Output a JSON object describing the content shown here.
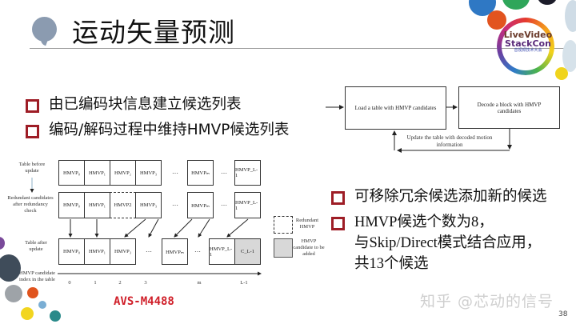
{
  "slide": {
    "title": "运动矢量预测",
    "page_number": "38",
    "reference": "AVS-M4488",
    "watermark": "知乎 @芯动的信号",
    "logo": {
      "line1": "LiveVideo",
      "line2": "StackCon",
      "line3": "音视频技术大会"
    },
    "accent_color": "#9e1d26",
    "title_dot_color": "#8b9bb0"
  },
  "bullets_left": [
    {
      "text": "由已编码块信息建立候选列表"
    },
    {
      "text": "编码/解码过程中维持HMVP候选列表"
    }
  ],
  "bullets_right": [
    {
      "text": "可移除冗余候选添加新的候选"
    },
    {
      "line1": "HMVP候选个数为8，",
      "line2": "与Skip/Direct模式结合应用，",
      "line3": "共13个候选"
    }
  ],
  "flow_diagram": {
    "box_load": "Load a table with HMVP candidates",
    "box_decode": "Decode a block with HMVP candidates",
    "feedback_label": "Update the table with decoded motion information"
  },
  "table_diagram": {
    "row_labels": {
      "before": "Table before update",
      "redundant": "Redundant candidates after redundancy check",
      "after": "Table after update",
      "index": "HMVP candidate index in the table"
    },
    "row_before": [
      "HMVP₀",
      "HMVP₁",
      "HMVP₂",
      "HMVP₃",
      "…",
      "HMVPₘ",
      "…",
      "HMVP_L-1"
    ],
    "row_redundant": [
      "HMVP₀",
      "HMVP₁",
      "HMVP2",
      "HMVP₃",
      "…",
      "HMVPₘ",
      "…",
      "HMVP_L-1"
    ],
    "row_after": [
      "HMVP₀",
      "HMVP₁",
      "HMVP₃",
      "…",
      "HMVPₘ",
      "…",
      "HMVP_L-1",
      "C_L-1"
    ],
    "indices": [
      "0",
      "1",
      "2",
      "3",
      "m",
      "L-1"
    ],
    "legend": {
      "redundant": "Redundant HMVP",
      "to_add": "HMVP candidate to be added"
    }
  }
}
